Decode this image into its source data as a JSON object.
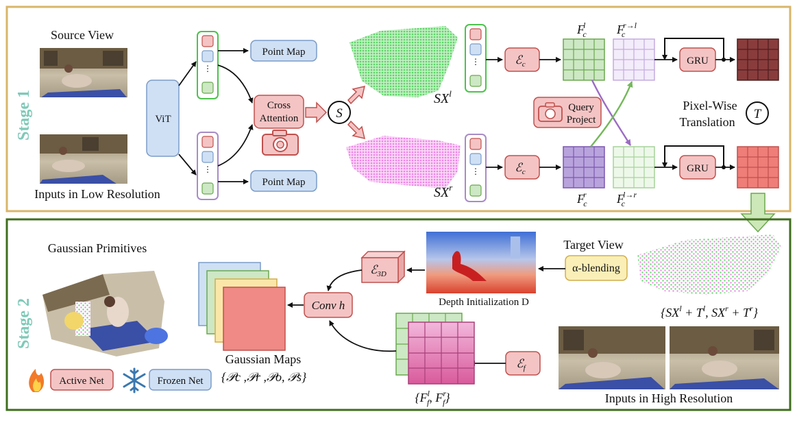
{
  "stage1": {
    "label": "Stage 1",
    "source_view": "Source View",
    "inputs_low": "Inputs in Low Resolution",
    "vit": "ViT",
    "point_map_top": "Point Map",
    "point_map_bottom": "Point Map",
    "cross_attention_line1": "Cross",
    "cross_attention_line2": "Attention",
    "s_symbol": "S",
    "sx_left": "SXˡ",
    "sx_right": "SXʳ",
    "encoder_c_top": "ℰc",
    "encoder_c_bottom": "ℰc",
    "f_c_l": "Fcˡ",
    "f_c_r_to_l": "Fcʳ→ˡ",
    "f_c_r": "Fcʳ",
    "f_c_l_to_r": "Fcˡ→ʳ",
    "query_project_line1": "Query",
    "query_project_line2": "Project",
    "gru_top": "GRU",
    "gru_bottom": "GRU",
    "pixel_wise_line1": "Pixel-Wise",
    "pixel_wise_line2": "Translation",
    "t_symbol": "T"
  },
  "stage2": {
    "label": "Stage 2",
    "gaussian_primitives": "Gaussian Primitives",
    "active_net": "Active Net",
    "frozen_net": "Frozen Net",
    "gaussian_maps": "Gaussian Maps",
    "gaussian_maps_set": "{𝒫c ,𝒫r ,𝒫o, 𝒫s}",
    "conv_h": "Conv h",
    "encoder_3d": "ℰ3D",
    "depth_init": "Depth Initialization D",
    "target_view": "Target View",
    "alpha_blending": "α-blending",
    "sx_sum": "{SXˡ + Tˡ, SXʳ + Tʳ}",
    "features_f": "{Ffˡ, Ffʳ}",
    "encoder_f": "ℰf",
    "inputs_high": "Inputs in High Resolution"
  },
  "colors": {
    "stage1_border": "#d9b56a",
    "stage2_border": "#3f6e1e",
    "stage_label": "#7fc9b8",
    "active_fill": "#f4c4c4",
    "active_stroke": "#c0504d",
    "frozen_fill": "#cfe0f5",
    "frozen_stroke": "#7a9cc8",
    "green_cloud": "#86e08c",
    "pink_cloud": "#f0a6ec"
  }
}
